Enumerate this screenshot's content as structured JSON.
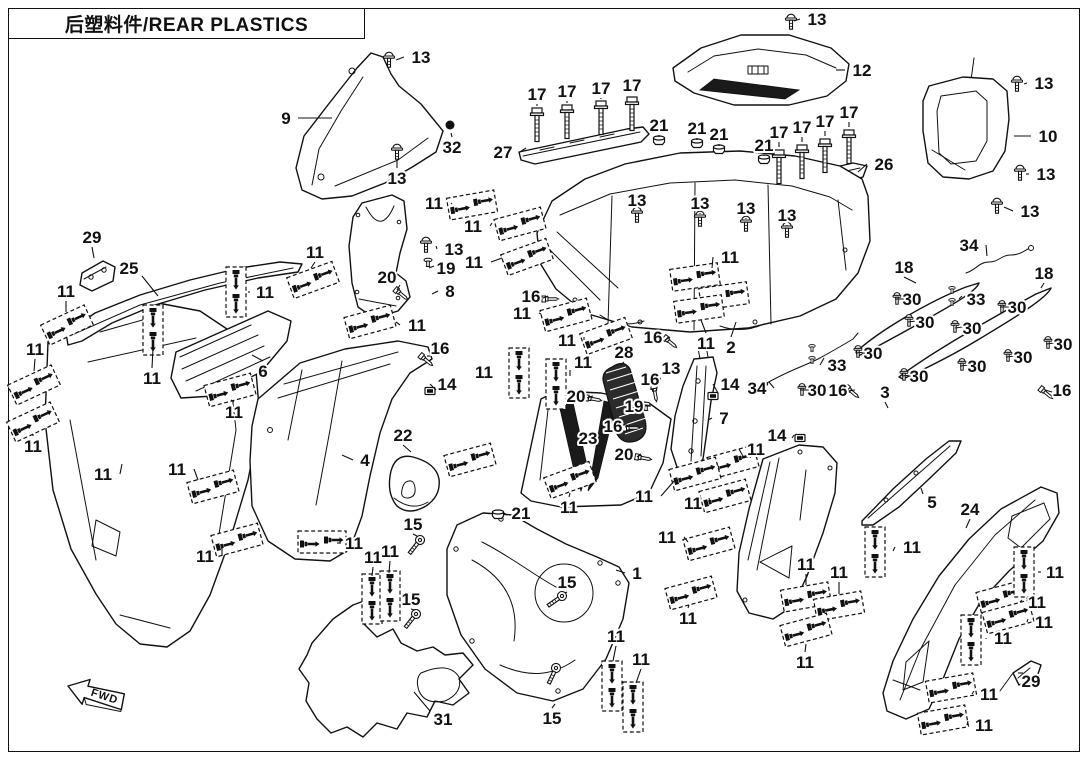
{
  "title": "后塑料件/REAR PLASTICS",
  "fwd_label": "FWD",
  "colors": {
    "ink": "#111111",
    "paper": "#ffffff",
    "dark_fill": "#1a1a1a"
  },
  "labels": {
    "fields": [
      "text",
      "x",
      "y",
      "leader_x",
      "leader_y"
    ],
    "items": [
      [
        "13",
        421,
        57,
        396,
        60
      ],
      [
        "9",
        286,
        118,
        332,
        118
      ],
      [
        "32",
        452,
        147,
        451,
        133
      ],
      [
        "13",
        397,
        178,
        397,
        160
      ],
      [
        "27",
        503,
        152,
        526,
        148
      ],
      [
        "17",
        537,
        94,
        537,
        106
      ],
      [
        "17",
        567,
        91,
        567,
        103
      ],
      [
        "17",
        601,
        88,
        601,
        99
      ],
      [
        "17",
        632,
        85,
        632,
        95
      ],
      [
        "12",
        862,
        70,
        836,
        70
      ],
      [
        "13",
        817,
        19,
        794,
        21
      ],
      [
        "13",
        1044,
        83,
        1024,
        84
      ],
      [
        "10",
        1048,
        136,
        1014,
        136
      ],
      [
        "13",
        1046,
        174,
        1026,
        174
      ],
      [
        "13",
        1030,
        211,
        1004,
        207
      ],
      [
        "26",
        884,
        164,
        858,
        172
      ],
      [
        "21",
        659,
        125,
        659,
        137
      ],
      [
        "21",
        697,
        128,
        697,
        140
      ],
      [
        "21",
        719,
        134,
        719,
        146
      ],
      [
        "21",
        764,
        145,
        764,
        156
      ],
      [
        "17",
        779,
        132,
        779,
        147
      ],
      [
        "17",
        802,
        127,
        802,
        142
      ],
      [
        "17",
        825,
        121,
        825,
        136
      ],
      [
        "17",
        849,
        112,
        849,
        127
      ],
      [
        "13",
        637,
        200,
        637,
        210
      ],
      [
        "13",
        700,
        203,
        700,
        214
      ],
      [
        "13",
        746,
        208,
        746,
        219
      ],
      [
        "13",
        787,
        215,
        787,
        226
      ],
      [
        "29",
        92,
        237,
        94,
        258
      ],
      [
        "25",
        129,
        268,
        158,
        296
      ],
      [
        "11",
        66,
        291,
        66,
        312
      ],
      [
        "11",
        265,
        292,
        250,
        292
      ],
      [
        "11",
        35,
        349,
        34,
        371
      ],
      [
        "11",
        33,
        446,
        33,
        434
      ],
      [
        "11",
        152,
        378,
        153,
        348
      ],
      [
        "11",
        234,
        412,
        231,
        400
      ],
      [
        "11",
        177,
        469,
        198,
        480
      ],
      [
        "11",
        103,
        474,
        122,
        464
      ],
      [
        "11",
        205,
        556,
        222,
        548
      ],
      [
        "6",
        263,
        371,
        252,
        355
      ],
      [
        "11",
        315,
        252,
        311,
        268
      ],
      [
        "20",
        387,
        277,
        397,
        290
      ],
      [
        "19",
        446,
        268,
        434,
        266
      ],
      [
        "13",
        454,
        249,
        436,
        246
      ],
      [
        "8",
        450,
        291,
        432,
        294
      ],
      [
        "11",
        434,
        203,
        452,
        204
      ],
      [
        "11",
        417,
        325,
        396,
        322
      ],
      [
        "16",
        440,
        348,
        430,
        356
      ],
      [
        "14",
        447,
        384,
        436,
        390
      ],
      [
        "4",
        365,
        460,
        342,
        455
      ],
      [
        "22",
        403,
        435,
        411,
        452
      ],
      [
        "11",
        473,
        226,
        492,
        223
      ],
      [
        "11",
        474,
        262,
        502,
        258
      ],
      [
        "11",
        730,
        257,
        712,
        268
      ],
      [
        "11",
        706,
        343,
        701,
        320
      ],
      [
        "2",
        731,
        347,
        736,
        322
      ],
      [
        "16",
        531,
        296,
        543,
        298
      ],
      [
        "11",
        522,
        313,
        541,
        314
      ],
      [
        "11",
        567,
        340,
        584,
        337
      ],
      [
        "11",
        583,
        362,
        570,
        376
      ],
      [
        "11",
        484,
        372,
        501,
        372
      ],
      [
        "16",
        653,
        337,
        665,
        340
      ],
      [
        "13",
        671,
        368,
        660,
        378
      ],
      [
        "16",
        650,
        379,
        654,
        390
      ],
      [
        "19",
        634,
        406,
        642,
        406
      ],
      [
        "16",
        613,
        426,
        625,
        427
      ],
      [
        "20",
        576,
        396,
        587,
        398
      ],
      [
        "20",
        624,
        454,
        637,
        457
      ],
      [
        "28",
        624,
        352,
        621,
        365
      ],
      [
        "7",
        724,
        418,
        708,
        420
      ],
      [
        "14",
        730,
        384,
        718,
        393
      ],
      [
        "34",
        757,
        388,
        769,
        382
      ],
      [
        "14",
        777,
        435,
        792,
        438
      ],
      [
        "23",
        588,
        438,
        572,
        436
      ],
      [
        "21",
        521,
        513,
        507,
        515
      ],
      [
        "18",
        904,
        267,
        916,
        283
      ],
      [
        "18",
        1044,
        273,
        1041,
        288
      ],
      [
        "34",
        969,
        245,
        987,
        256
      ],
      [
        "33",
        976,
        299,
        962,
        296
      ],
      [
        "33",
        837,
        365,
        824,
        358
      ],
      [
        "30",
        912,
        299,
        904,
        299
      ],
      [
        "30",
        925,
        322,
        916,
        321
      ],
      [
        "30",
        1017,
        307,
        1009,
        307
      ],
      [
        "30",
        972,
        328,
        963,
        327
      ],
      [
        "30",
        1063,
        344,
        1055,
        343
      ],
      [
        "30",
        1023,
        357,
        1015,
        356
      ],
      [
        "30",
        873,
        353,
        865,
        352
      ],
      [
        "30",
        977,
        366,
        969,
        365
      ],
      [
        "30",
        919,
        376,
        911,
        375
      ],
      [
        "30",
        817,
        390,
        809,
        390
      ],
      [
        "16",
        838,
        390,
        847,
        391
      ],
      [
        "16",
        1062,
        390,
        1052,
        392
      ],
      [
        "3",
        885,
        392,
        888,
        408
      ],
      [
        "5",
        932,
        502,
        921,
        488
      ],
      [
        "24",
        970,
        509,
        966,
        528
      ],
      [
        "11",
        912,
        547,
        893,
        551
      ],
      [
        "11",
        1055,
        572,
        1041,
        572
      ],
      [
        "11",
        1037,
        602,
        1022,
        600
      ],
      [
        "11",
        1044,
        622,
        1028,
        619
      ],
      [
        "11",
        1003,
        638,
        986,
        639
      ],
      [
        "29",
        1031,
        681,
        1023,
        673
      ],
      [
        "11",
        989,
        694,
        974,
        691
      ],
      [
        "11",
        984,
        725,
        968,
        721
      ],
      [
        "11",
        756,
        449,
        744,
        458
      ],
      [
        "11",
        644,
        496,
        675,
        480
      ],
      [
        "11",
        693,
        503,
        709,
        498
      ],
      [
        "11",
        667,
        537,
        688,
        542
      ],
      [
        "11",
        688,
        618,
        689,
        605
      ],
      [
        "11",
        806,
        564,
        806,
        585
      ],
      [
        "11",
        839,
        572,
        839,
        594
      ],
      [
        "11",
        805,
        662,
        806,
        644
      ],
      [
        "15",
        413,
        524,
        417,
        536
      ],
      [
        "15",
        411,
        599,
        415,
        610
      ],
      [
        "15",
        567,
        582,
        565,
        593
      ],
      [
        "15",
        552,
        718,
        555,
        704
      ],
      [
        "31",
        443,
        719,
        414,
        692
      ],
      [
        "1",
        637,
        573,
        616,
        570
      ],
      [
        "11",
        354,
        543,
        341,
        543
      ],
      [
        "11",
        373,
        557,
        372,
        576
      ],
      [
        "11",
        390,
        551,
        389,
        573
      ],
      [
        "11",
        616,
        636,
        613,
        661
      ],
      [
        "11",
        641,
        659,
        636,
        683
      ],
      [
        "11",
        569,
        507,
        570,
        493
      ]
    ]
  },
  "fastener_boxes": {
    "fields": [
      "x",
      "y",
      "rot",
      "orient"
    ],
    "items": [
      [
        67,
        325,
        -25,
        "h"
      ],
      [
        34,
        385,
        -25,
        "h"
      ],
      [
        33,
        422,
        -25,
        "h"
      ],
      [
        230,
        390,
        -15,
        "h"
      ],
      [
        213,
        487,
        -15,
        "h"
      ],
      [
        237,
        540,
        -15,
        "h"
      ],
      [
        313,
        280,
        -20,
        "h"
      ],
      [
        472,
        205,
        -10,
        "h"
      ],
      [
        520,
        224,
        -15,
        "h"
      ],
      [
        527,
        257,
        -20,
        "h"
      ],
      [
        370,
        322,
        -15,
        "h"
      ],
      [
        695,
        277,
        -8,
        "h"
      ],
      [
        724,
        296,
        -8,
        "h"
      ],
      [
        699,
        309,
        -8,
        "h"
      ],
      [
        566,
        315,
        -15,
        "h"
      ],
      [
        606,
        336,
        -20,
        "h"
      ],
      [
        470,
        460,
        -15,
        "h"
      ],
      [
        570,
        480,
        -20,
        "h"
      ],
      [
        733,
        462,
        -15,
        "h"
      ],
      [
        695,
        474,
        -15,
        "h"
      ],
      [
        725,
        496,
        -15,
        "h"
      ],
      [
        709,
        544,
        -15,
        "h"
      ],
      [
        691,
        593,
        -15,
        "h"
      ],
      [
        806,
        597,
        -10,
        "h"
      ],
      [
        839,
        606,
        -10,
        "h"
      ],
      [
        806,
        630,
        -15,
        "h"
      ],
      [
        1002,
        597,
        -15,
        "h"
      ],
      [
        1008,
        617,
        -15,
        "h"
      ],
      [
        951,
        688,
        -10,
        "h"
      ],
      [
        943,
        720,
        -10,
        "h"
      ],
      [
        322,
        542,
        0,
        "h"
      ],
      [
        153,
        330,
        0,
        "v"
      ],
      [
        236,
        292,
        0,
        "v"
      ],
      [
        519,
        373,
        0,
        "v"
      ],
      [
        556,
        384,
        0,
        "v"
      ],
      [
        875,
        552,
        0,
        "v"
      ],
      [
        1024,
        572,
        0,
        "v"
      ],
      [
        971,
        640,
        0,
        "v"
      ],
      [
        372,
        599,
        0,
        "v"
      ],
      [
        390,
        596,
        0,
        "v"
      ],
      [
        612,
        686,
        0,
        "v"
      ],
      [
        633,
        707,
        0,
        "v"
      ]
    ]
  },
  "hardware": {
    "fields": [
      "kind",
      "x",
      "y",
      "rot"
    ],
    "items": [
      [
        "bolt",
        537,
        108,
        0
      ],
      [
        "bolt",
        567,
        105,
        0
      ],
      [
        "bolt",
        601,
        101,
        0
      ],
      [
        "bolt",
        632,
        97,
        0
      ],
      [
        "bolt",
        779,
        150,
        0
      ],
      [
        "bolt",
        802,
        145,
        0
      ],
      [
        "bolt",
        825,
        139,
        0
      ],
      [
        "bolt",
        849,
        130,
        0
      ],
      [
        "bolt15",
        420,
        540,
        38
      ],
      [
        "bolt15",
        416,
        614,
        38
      ],
      [
        "bolt15",
        562,
        596,
        55
      ],
      [
        "bolt15",
        556,
        668,
        25
      ],
      [
        "nut",
        659,
        141,
        0
      ],
      [
        "nut",
        697,
        144,
        0
      ],
      [
        "nut",
        719,
        150,
        0
      ],
      [
        "nut",
        764,
        160,
        0
      ],
      [
        "nut",
        498,
        515,
        0
      ],
      [
        "screw13",
        389,
        58,
        0
      ],
      [
        "screw13",
        397,
        150,
        0
      ],
      [
        "screw13",
        426,
        243,
        0
      ],
      [
        "screw13",
        637,
        213,
        0
      ],
      [
        "screw13",
        700,
        217,
        0
      ],
      [
        "screw13",
        746,
        222,
        0
      ],
      [
        "screw13",
        787,
        228,
        0
      ],
      [
        "screw13",
        655,
        380,
        0
      ],
      [
        "screw13",
        1017,
        82,
        0
      ],
      [
        "screw13",
        1020,
        171,
        0
      ],
      [
        "screw13",
        997,
        204,
        0
      ],
      [
        "screw13",
        791,
        20,
        0
      ],
      [
        "screw30",
        897,
        297,
        0
      ],
      [
        "screw30",
        909,
        319,
        0
      ],
      [
        "screw30",
        1002,
        305,
        0
      ],
      [
        "screw30",
        955,
        325,
        0
      ],
      [
        "screw30",
        1048,
        341,
        0
      ],
      [
        "screw30",
        1008,
        354,
        0
      ],
      [
        "screw30",
        858,
        350,
        0
      ],
      [
        "screw30",
        962,
        363,
        0
      ],
      [
        "screw30",
        904,
        373,
        0
      ],
      [
        "screw30",
        802,
        388,
        0
      ],
      [
        "screwh",
        550,
        299,
        0
      ],
      [
        "screwh",
        670,
        342,
        40
      ],
      [
        "screwh",
        655,
        393,
        80
      ],
      [
        "screwh",
        631,
        428,
        0
      ],
      [
        "screwh",
        426,
        360,
        40
      ],
      [
        "screwh",
        852,
        392,
        40
      ],
      [
        "screwh",
        1046,
        393,
        40
      ],
      [
        "screwh",
        401,
        294,
        40
      ],
      [
        "screwh",
        593,
        399,
        10
      ],
      [
        "screwh",
        643,
        458,
        10
      ],
      [
        "rivet",
        428,
        260,
        0
      ],
      [
        "rivet",
        646,
        404,
        0
      ],
      [
        "rivet-sm",
        952,
        288,
        0
      ],
      [
        "rivet-sm",
        952,
        300,
        0
      ],
      [
        "rivet-sm",
        812,
        346,
        0
      ],
      [
        "rivet-sm",
        812,
        358,
        0
      ],
      [
        "clip",
        430,
        391,
        0
      ],
      [
        "clip",
        713,
        396,
        0
      ],
      [
        "clip",
        800,
        438,
        0
      ],
      [
        "grommet",
        450,
        125,
        0
      ]
    ]
  }
}
